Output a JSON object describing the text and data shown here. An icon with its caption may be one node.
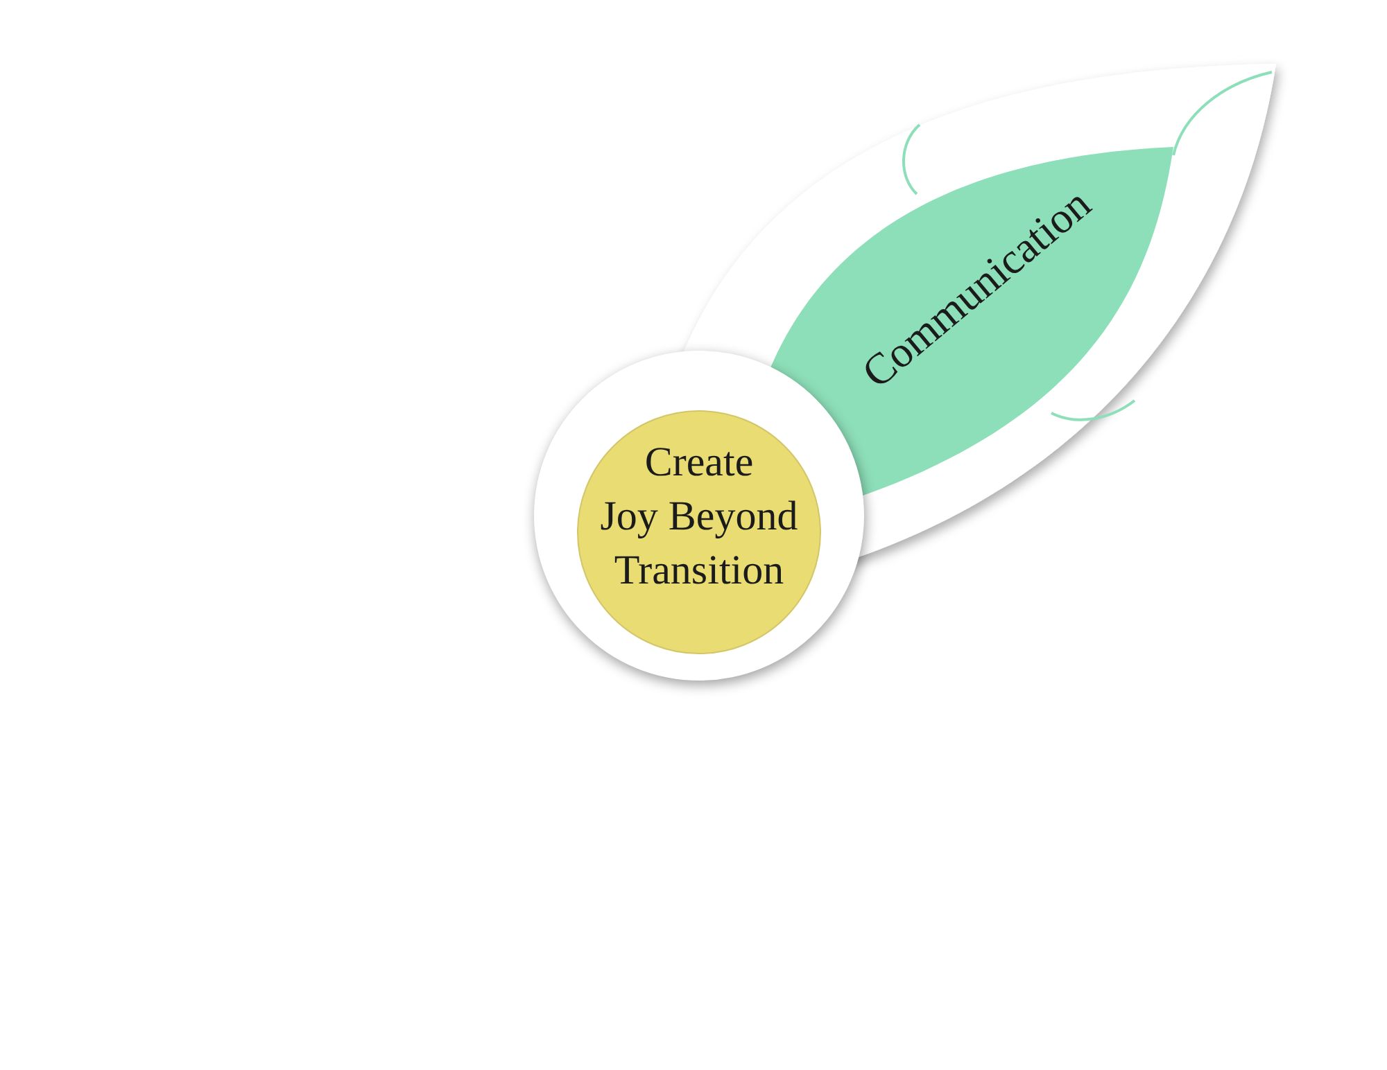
{
  "diagram": {
    "nodes": [
      {
        "text": [],
        "shape": "circle"
      },
      {
        "text": [
          "Create Joy Beyond Transition"
        ],
        "in": 0
      },
      {
        "text": [],
        "shape": "leaf"
      },
      {
        "text": [
          "Communication"
        ],
        "in": 2
      }
    ]
  }
}
